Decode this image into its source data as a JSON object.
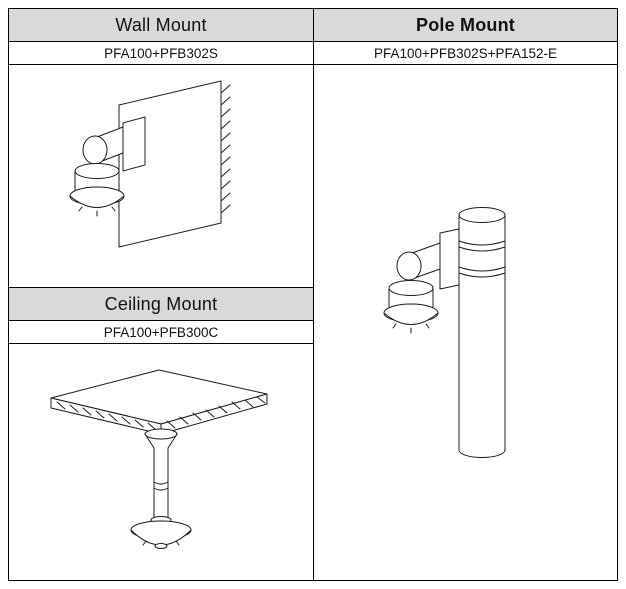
{
  "colors": {
    "header_bg": "#d9d9d9",
    "grid": "#000000",
    "drawing_line": "#1c1c1c"
  },
  "columns": [
    {
      "sections": [
        {
          "header": "Wall Mount",
          "part_number": "PFA100+PFB302S",
          "figure": "wall-mount-line-drawing"
        },
        {
          "header": "Ceiling Mount",
          "part_number": "PFA100+PFB300C",
          "figure": "ceiling-mount-line-drawing"
        }
      ]
    },
    {
      "sections": [
        {
          "header": "Pole Mount",
          "part_number": "PFA100+PFB302S+PFA152-E",
          "figure": "pole-mount-line-drawing"
        }
      ]
    }
  ]
}
